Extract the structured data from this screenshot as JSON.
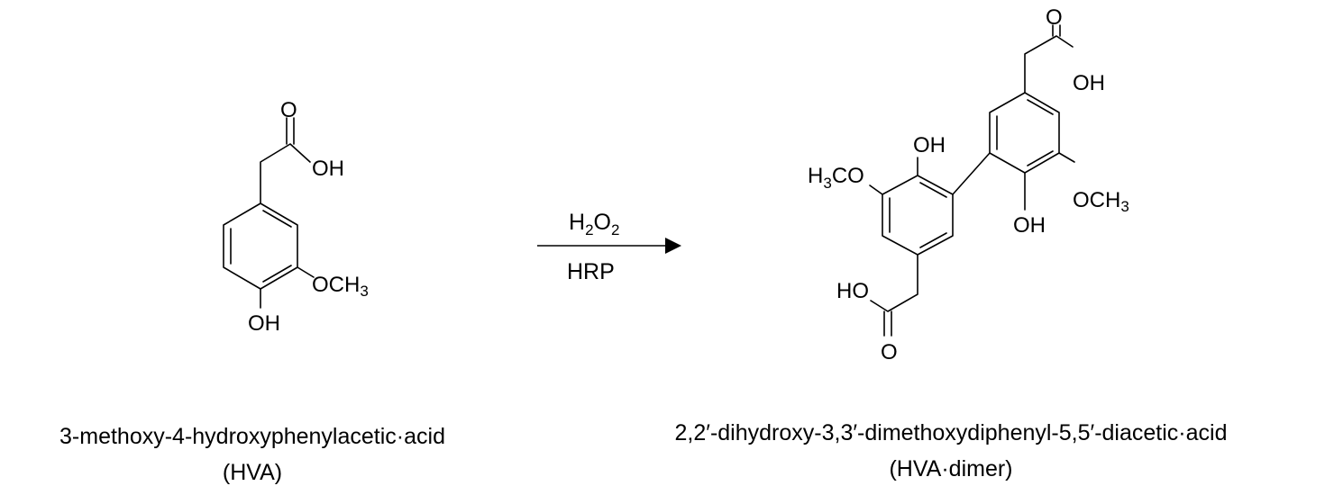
{
  "reaction": {
    "reagent_above": {
      "main": "H",
      "sub1": "2",
      "mid": "O",
      "sub2": "2"
    },
    "reagent_below": "HRP"
  },
  "reactant": {
    "labels": {
      "carbonyl_o": "O",
      "acid_oh": "OH",
      "methoxy": "OCH3",
      "phenol_oh": "OH"
    },
    "name": "3-methoxy-4-hydroxyphenylacetic·acid",
    "abbreviation": "(HVA)"
  },
  "product": {
    "labels": {
      "top_carbonyl_o": "O",
      "top_acid_oh": "OH",
      "left_methoxy_h": "H",
      "left_methoxy_sub": "3",
      "left_methoxy_rest": "CO",
      "left_phenol_oh": "OH",
      "right_phenol_oh": "OH",
      "right_methoxy": "OCH3",
      "bottom_acid_oh": "HO",
      "bottom_carbonyl_o": "O"
    },
    "name": "2,2′-dihydroxy-3,3′-dimethoxydiphenyl-5,5′-diacetic·acid",
    "abbreviation": "(HVA·dimer)"
  },
  "colors": {
    "ink": "#000000",
    "background": "#ffffff"
  }
}
